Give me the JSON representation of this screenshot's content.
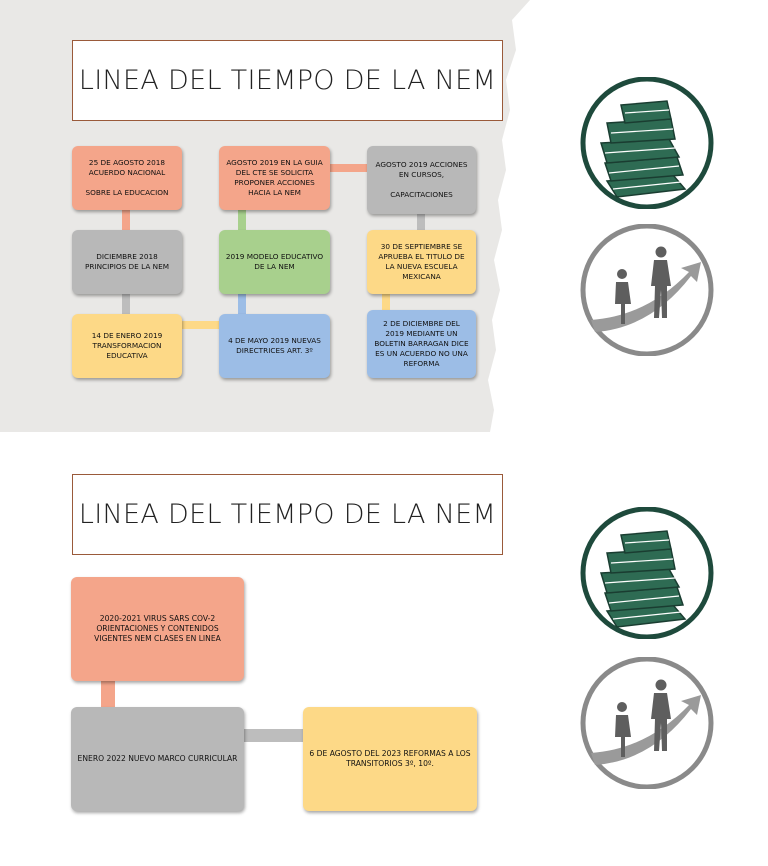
{
  "slide1": {
    "title": "LINEA DEL TIEMPO DE LA NEM",
    "boxes": {
      "b1_l1": "25 DE AGOSTO 2018",
      "b1_l2": "ACUERDO NACIONAL",
      "b1_l3": "SOBRE LA EDUCACION",
      "b2": "DICIEMBRE 2018 PRINCIPIOS DE LA NEM",
      "b3": "14 DE ENERO 2019 TRANSFORMACION EDUCATIVA",
      "b4": "AGOSTO 2019 EN LA GUIA DEL CTE SE SOLICITA PROPONER ACCIONES HACIA LA NEM",
      "b5": "2019 MODELO EDUCATIVO DE LA NEM",
      "b6": "4 DE MAYO 2019 NUEVAS DIRECTRICES ART. 3º",
      "b7_l1": "AGOSTO 2019 ACCIONES EN CURSOS,",
      "b7_l2": "CAPACITACIONES",
      "b8": "30 DE SEPTIEMBRE SE APRUEBA EL TITULO DE LA NUEVA ESCUELA MEXICANA",
      "b9": "2 DE DICIEMBRE DEL 2019 MEDIANTE UN BOLETIN BARRAGAN DICE ES UN ACUERDO NO UNA REFORMA"
    }
  },
  "slide2": {
    "title": "LINEA DEL TIEMPO DE LA NEM",
    "boxes": {
      "b1": "2020-2021 VIRUS SARS COV-2 ORIENTACIONES Y CONTENIDOS VIGENTES NEM CLASES EN LINEA",
      "b2": "ENERO 2022 NUEVO MARCO CURRICULAR",
      "b3": "6 DE AGOSTO DEL 2023 REFORMAS A LOS TRANSITORIOS 3º, 10º."
    }
  },
  "colors": {
    "orange": "#f4a58a",
    "grey": "#b8b8b8",
    "yellow": "#fdd987",
    "green": "#a8d08d",
    "blue": "#9cbde6",
    "icon_dark_green": "#1e4a3c",
    "icon_grey": "#8a8a8a"
  },
  "icons": [
    "books-icon",
    "people-walking-icon"
  ]
}
